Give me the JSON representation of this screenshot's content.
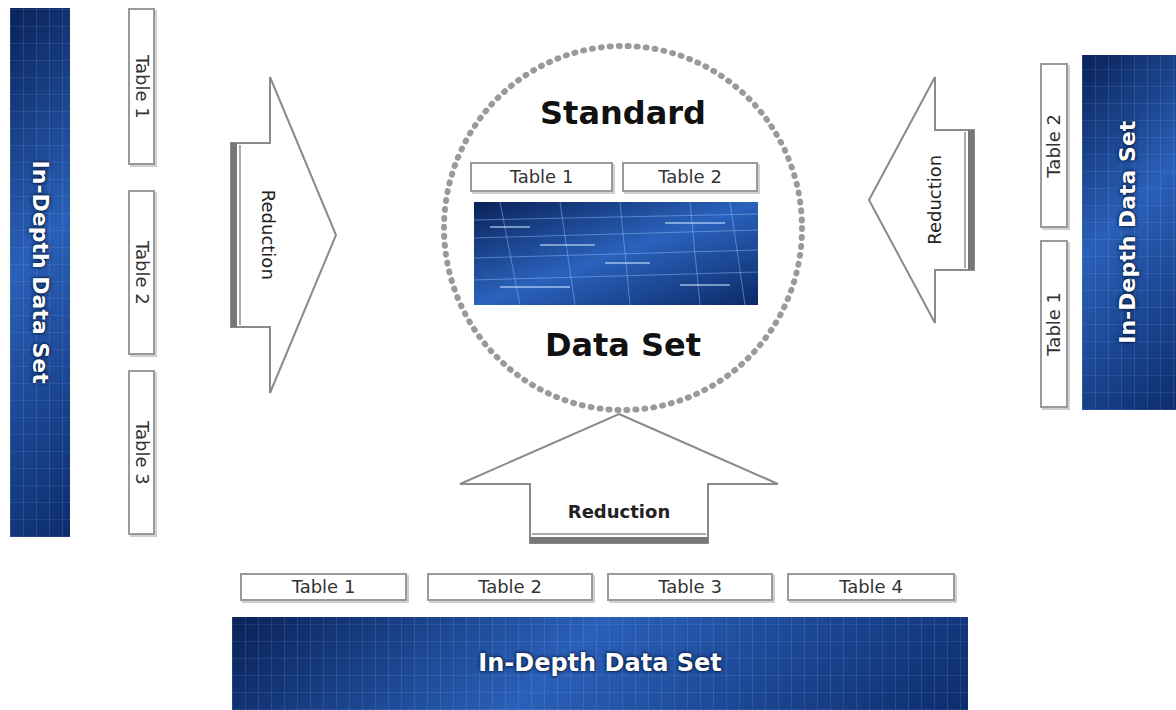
{
  "diagram": {
    "nodes": [
      {
        "text": [
          "In-Depth Data Set"
        ]
      },
      {
        "text": [
          "Table 1"
        ]
      },
      {
        "text": [
          "Table 2"
        ]
      },
      {
        "text": [
          "Table 3"
        ]
      },
      {
        "text": [
          "Reduction"
        ]
      },
      {
        "text": [
          "Standard",
          "Data Set"
        ]
      },
      {
        "text": [
          "Table 1"
        ],
        "in": 5
      },
      {
        "text": [
          "Table 2"
        ],
        "in": 5
      },
      {
        "text": [
          "Reduction"
        ]
      },
      {
        "text": [
          "Table 2"
        ]
      },
      {
        "text": [
          "Table 1"
        ]
      },
      {
        "text": [
          "In-Depth Data Set"
        ]
      },
      {
        "text": [
          "Reduction"
        ]
      },
      {
        "text": [
          "Table 1"
        ]
      },
      {
        "text": [
          "Table 2"
        ]
      },
      {
        "text": [
          "Table 3"
        ]
      },
      {
        "text": [
          "Table 4"
        ]
      },
      {
        "text": [
          "In-Depth Data Set"
        ]
      }
    ]
  }
}
